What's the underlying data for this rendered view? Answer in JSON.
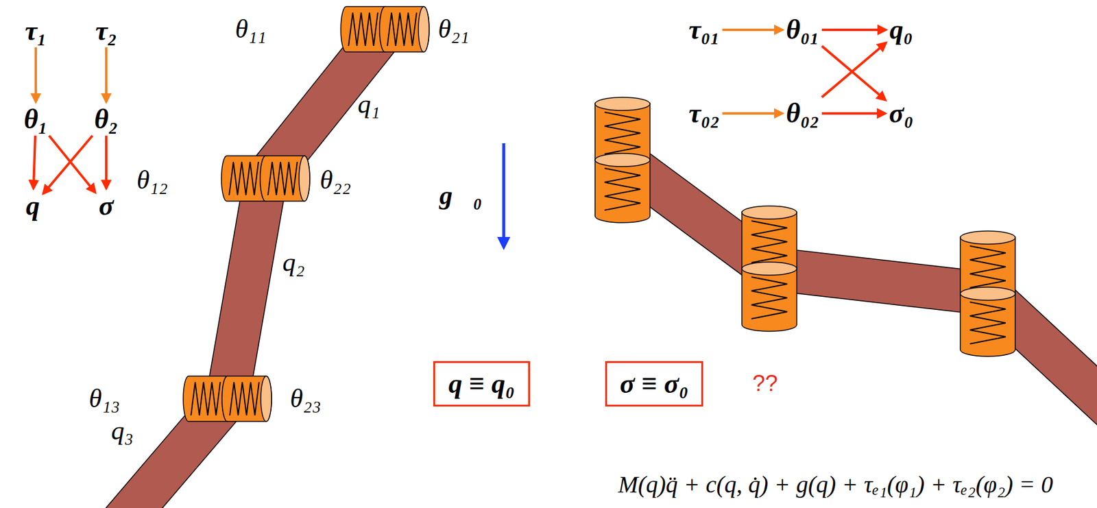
{
  "diagram": {
    "nodes": [
      {
        "text": [
          "τ₁"
        ]
      },
      {
        "text": [
          "τ₂"
        ]
      },
      {
        "text": [
          "θ₁"
        ]
      },
      {
        "text": [
          "θ₂"
        ]
      },
      {
        "text": [
          "q"
        ]
      },
      {
        "text": [
          "σ"
        ]
      },
      {
        "text": [
          "τ₀₁"
        ]
      },
      {
        "text": [
          "θ₀₁"
        ]
      },
      {
        "text": [
          "q₀"
        ]
      },
      {
        "text": [
          "τ₀₂"
        ]
      },
      {
        "text": [
          "θ₀₂"
        ]
      },
      {
        "text": [
          "σ₀"
        ]
      },
      {
        "text": [
          "q ≡ q₀"
        ]
      },
      {
        "text": [
          "σ ≡ σ₀"
        ]
      }
    ],
    "edges": [
      {
        "from": 0,
        "to": 2,
        "arrow": "to"
      },
      {
        "from": 1,
        "to": 3,
        "arrow": "to"
      },
      {
        "from": 2,
        "to": 4,
        "arrow": "to"
      },
      {
        "from": 2,
        "to": 5,
        "arrow": "to"
      },
      {
        "from": 3,
        "to": 4,
        "arrow": "to"
      },
      {
        "from": 3,
        "to": 5,
        "arrow": "to"
      },
      {
        "from": 6,
        "to": 7,
        "arrow": "to"
      },
      {
        "from": 7,
        "to": 8,
        "arrow": "to"
      },
      {
        "from": 7,
        "to": 11,
        "arrow": "to"
      },
      {
        "from": 9,
        "to": 10,
        "arrow": "to"
      },
      {
        "from": 10,
        "to": 8,
        "arrow": "to"
      },
      {
        "from": 10,
        "to": 11,
        "arrow": "to"
      }
    ],
    "labels": [
      "θ₁₁",
      "θ₂₁",
      "q₁",
      "θ₁₂",
      "θ₂₂",
      "q₂",
      "θ₁₃",
      "θ₂₃",
      "q₃",
      "g⃗₀",
      "??",
      "M(q)q̈ + c(q, q̇) + g(q) + τₑ₁(φ₁) + τₑ₂(φ₂) = 0"
    ]
  }
}
